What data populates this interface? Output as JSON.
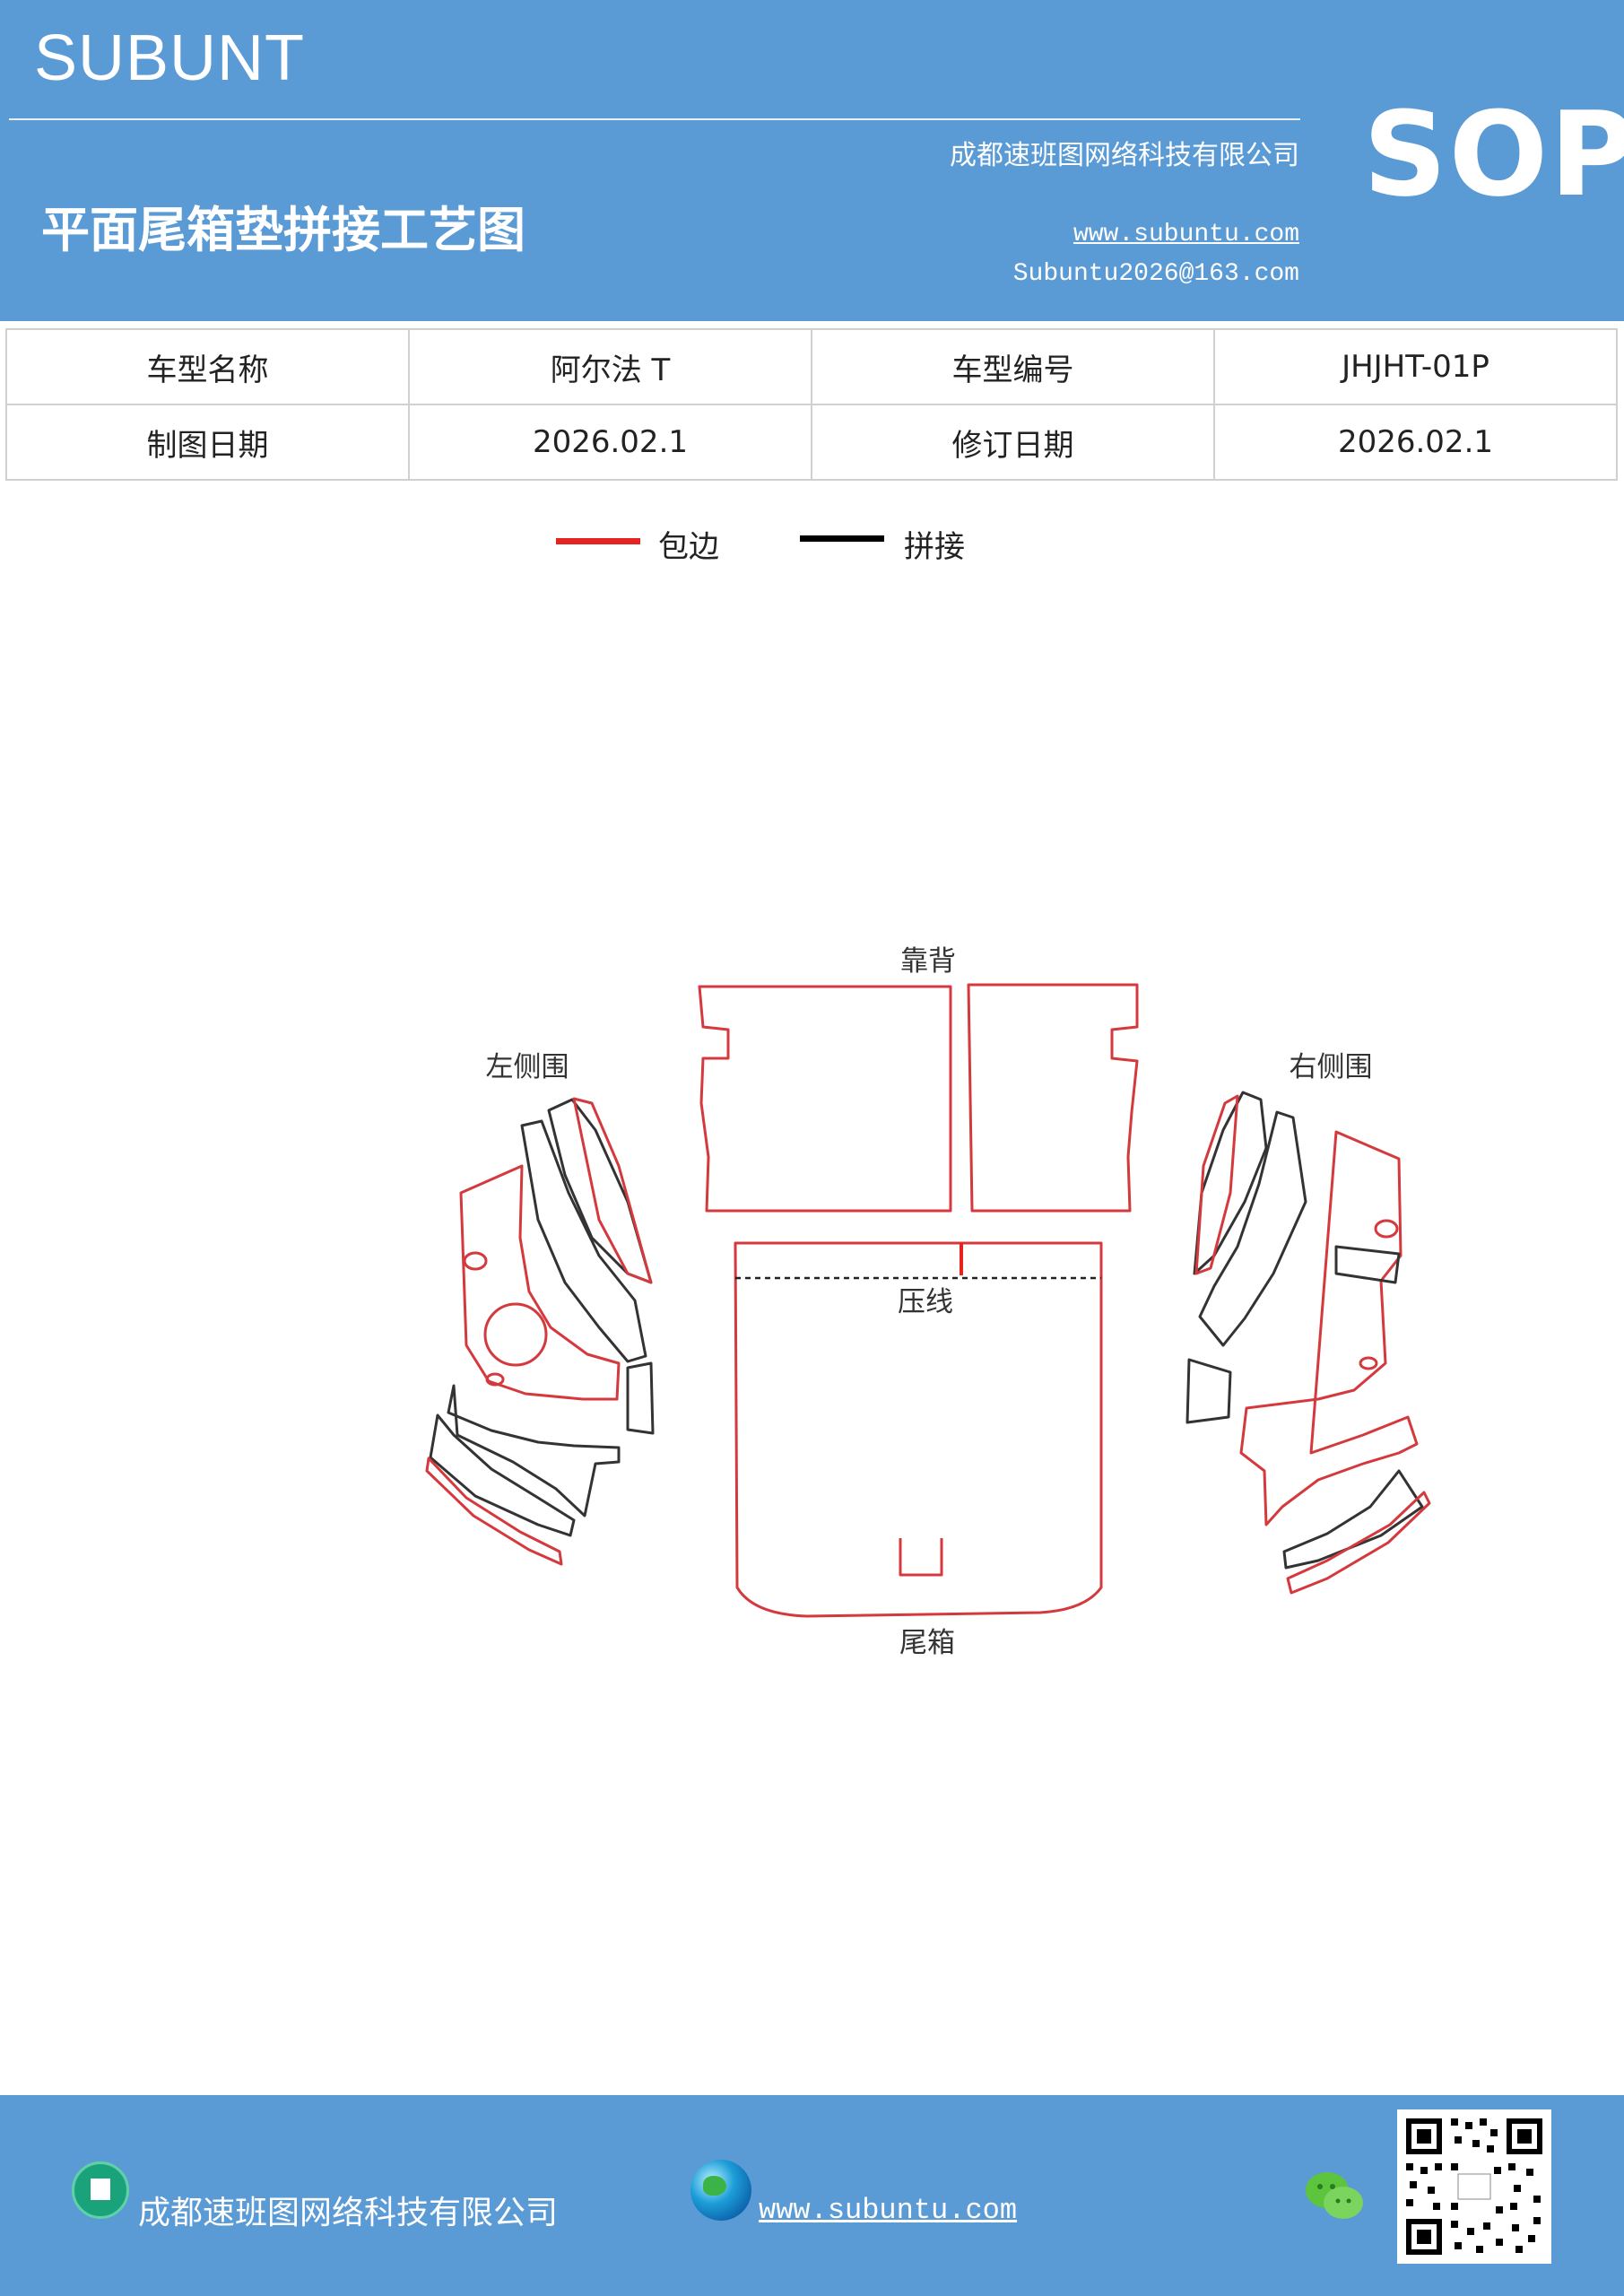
{
  "header": {
    "brand": "SUBUNT",
    "company": "成都速班图网络科技有限公司",
    "title": "平面尾箱垫拼接工艺图",
    "website": "www.subuntu.com",
    "email": "Subuntu2026@163.com",
    "badge": "SOP"
  },
  "info_table": {
    "rows": [
      [
        "车型名称",
        "阿尔法 T",
        "车型编号",
        "JHJHT-01P"
      ],
      [
        "制图日期",
        "2026.02.1",
        "修订日期",
        "2026.02.1"
      ]
    ]
  },
  "legend": {
    "items": [
      {
        "label": "包边",
        "color": "#e52421"
      },
      {
        "label": "拼接",
        "color": "#000000"
      }
    ]
  },
  "diagram": {
    "labels": {
      "backrest": "靠背",
      "left_side": "左侧围",
      "right_side": "右侧围",
      "crease": "压线",
      "trunk": "尾箱"
    },
    "colors": {
      "edge": "#d4393d",
      "seam": "#333333"
    }
  },
  "footer": {
    "company": "成都速班图网络科技有限公司",
    "website": "www.subuntu.com",
    "icons": [
      "building-icon",
      "globe-icon",
      "wechat-icon",
      "qr-code"
    ]
  }
}
